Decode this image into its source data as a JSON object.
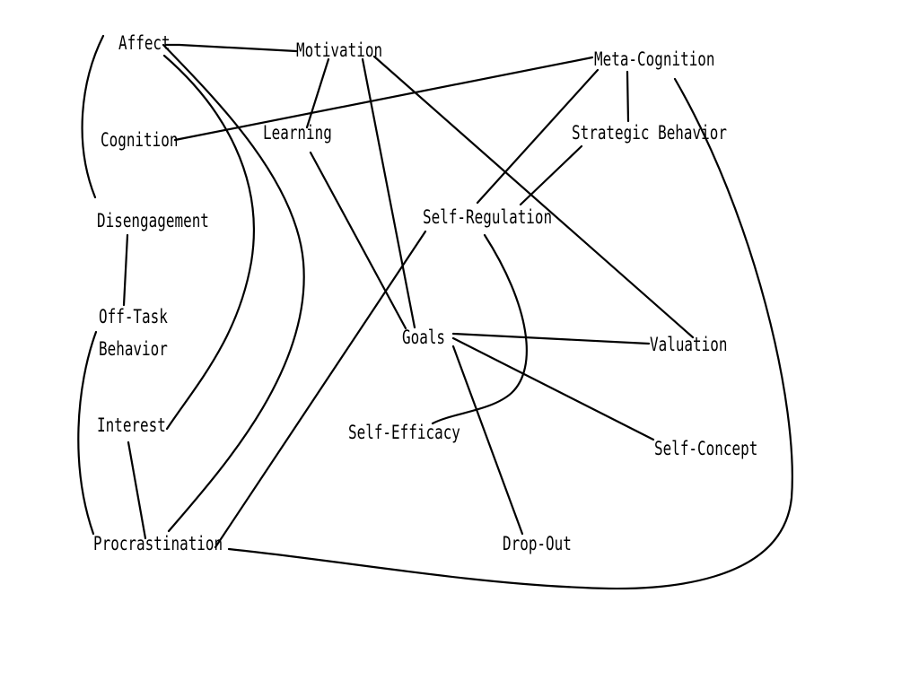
{
  "nodes": {
    "affect": "Affect",
    "motivation": "Motivation",
    "meta_cognition": "Meta-Cognition",
    "cognition": "Cognition",
    "learning": "Learning",
    "strategic_behavior": "Strategic Behavior",
    "disengagement": "Disengagement",
    "self_regulation": "Self-Regulation",
    "off_task_line1": "Off-Task",
    "off_task_line2": "Behavior",
    "goals": "Goals",
    "valuation": "Valuation",
    "interest": "Interest",
    "self_efficacy": "Self-Efficacy",
    "self_concept": "Self-Concept",
    "procrastination": "Procrastination",
    "drop_out": "Drop-Out"
  },
  "edges": [
    {
      "from": "affect",
      "to": "motivation"
    },
    {
      "from": "motivation",
      "to": "learning"
    },
    {
      "from": "motivation",
      "to": "goals"
    },
    {
      "from": "motivation",
      "to": "valuation"
    },
    {
      "from": "cognition",
      "to": "meta_cognition"
    },
    {
      "from": "meta_cognition",
      "to": "strategic_behavior"
    },
    {
      "from": "meta_cognition",
      "to": "self_regulation"
    },
    {
      "from": "meta_cognition",
      "to": "procrastination"
    },
    {
      "from": "strategic_behavior",
      "to": "self_regulation"
    },
    {
      "from": "learning",
      "to": "goals"
    },
    {
      "from": "affect",
      "to": "disengagement"
    },
    {
      "from": "affect",
      "to": "interest"
    },
    {
      "from": "affect",
      "to": "procrastination"
    },
    {
      "from": "disengagement",
      "to": "off_task_behavior"
    },
    {
      "from": "off_task_behavior",
      "to": "procrastination"
    },
    {
      "from": "interest",
      "to": "procrastination"
    },
    {
      "from": "self_regulation",
      "to": "procrastination"
    },
    {
      "from": "self_regulation",
      "to": "self_efficacy"
    },
    {
      "from": "goals",
      "to": "valuation"
    },
    {
      "from": "goals",
      "to": "self_concept"
    },
    {
      "from": "goals",
      "to": "drop_out"
    }
  ]
}
